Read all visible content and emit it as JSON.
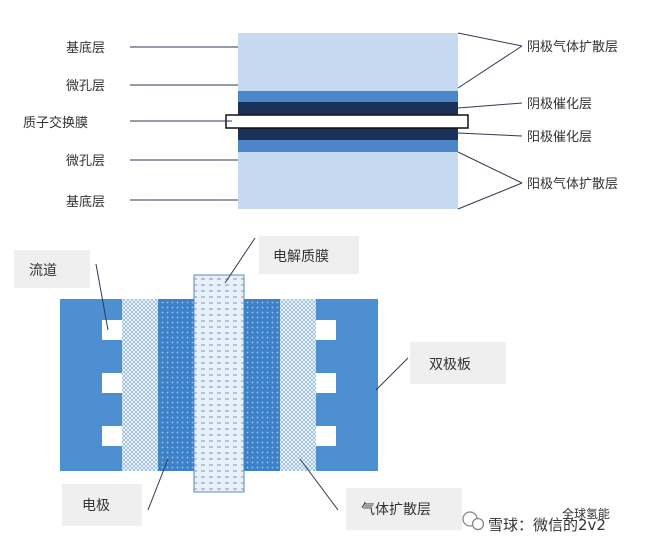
{
  "top_figure": {
    "left_labels": {
      "substrate_top": "基底层",
      "microporous_top": "微孔层",
      "pem": "质子交换膜",
      "microporous_bottom": "微孔层",
      "substrate_bottom": "基底层"
    },
    "right_labels": {
      "anode_gdl": "阴极气体扩散层",
      "cathode_catalyst": "阴极催化层",
      "anode_catalyst": "阳极催化层",
      "anode_gdl_bottom": "阳极气体扩散层"
    },
    "colors": {
      "substrate": "#c5d9f0",
      "microporous": "#4a86c8",
      "catalyst": "#1b3258",
      "membrane": "#ffffff"
    }
  },
  "bottom_figure": {
    "labels": {
      "flow_channel": "流道",
      "electrolyte_membrane": "电解质膜",
      "bipolar_plate": "双极板",
      "electrode": "电极",
      "gas_diffusion_layer": "气体扩散层"
    },
    "colors": {
      "bipolar_plate": "#4d8fd0",
      "electrode": "#3d82c9",
      "gdl": "#dde9f4",
      "membrane": "#e7f0f7",
      "label_box": "#efefef"
    }
  },
  "watermark": {
    "left": "全球氢能",
    "right": "雪球：微信的2v2"
  }
}
